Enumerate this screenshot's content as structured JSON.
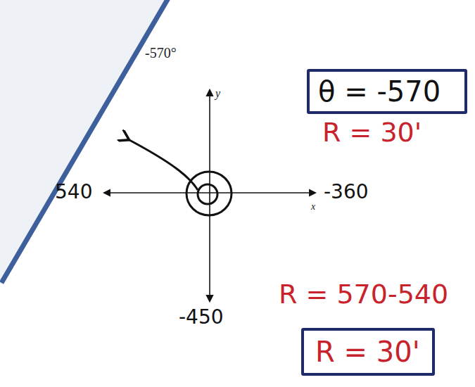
{
  "diagram": {
    "nodes": [
      {
        "text": [
          "θ = -570"
        ]
      },
      {
        "text": [
          "R = 30'"
        ]
      }
    ],
    "labels": [
      "-570°",
      "y",
      "x",
      "540",
      "-360",
      "-450",
      "R = 30'",
      "R = 570-540"
    ]
  }
}
